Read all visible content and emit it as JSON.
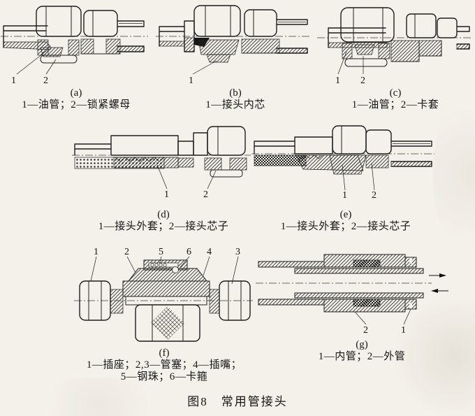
{
  "page": {
    "title": "图8　常用管接头"
  },
  "figures": {
    "a": {
      "letter": "(a)",
      "legend": "1—油管；2—锁紧螺母",
      "parts": {
        "p1": "1",
        "p2": "2"
      }
    },
    "b": {
      "letter": "(b)",
      "legend": "1—接头内芯",
      "parts": {
        "p1": "1"
      }
    },
    "c": {
      "letter": "(c)",
      "legend": "1—油管；2—卡套",
      "parts": {
        "p1": "1",
        "p2": "2"
      }
    },
    "d": {
      "letter": "(d)",
      "legend": "1—接头外套；2—接头芯子",
      "parts": {
        "p1": "1",
        "p2": "2"
      }
    },
    "e": {
      "letter": "(e)",
      "legend": "1—接头外套；2—接头芯子",
      "parts": {
        "p1": "1",
        "p2": "2"
      }
    },
    "f": {
      "letter": "(f)",
      "legend1": "1—插座；2,3—管塞；4—插嘴；",
      "legend2": "5—钢珠；6—卡箍",
      "parts": {
        "p1": "1",
        "p2": "2",
        "p3": "3",
        "p4": "4",
        "p5": "5",
        "p6": "6"
      }
    },
    "g": {
      "letter": "(g)",
      "legend": "1—内管；2—外管",
      "parts": {
        "p1": "1",
        "p2": "2"
      }
    }
  }
}
